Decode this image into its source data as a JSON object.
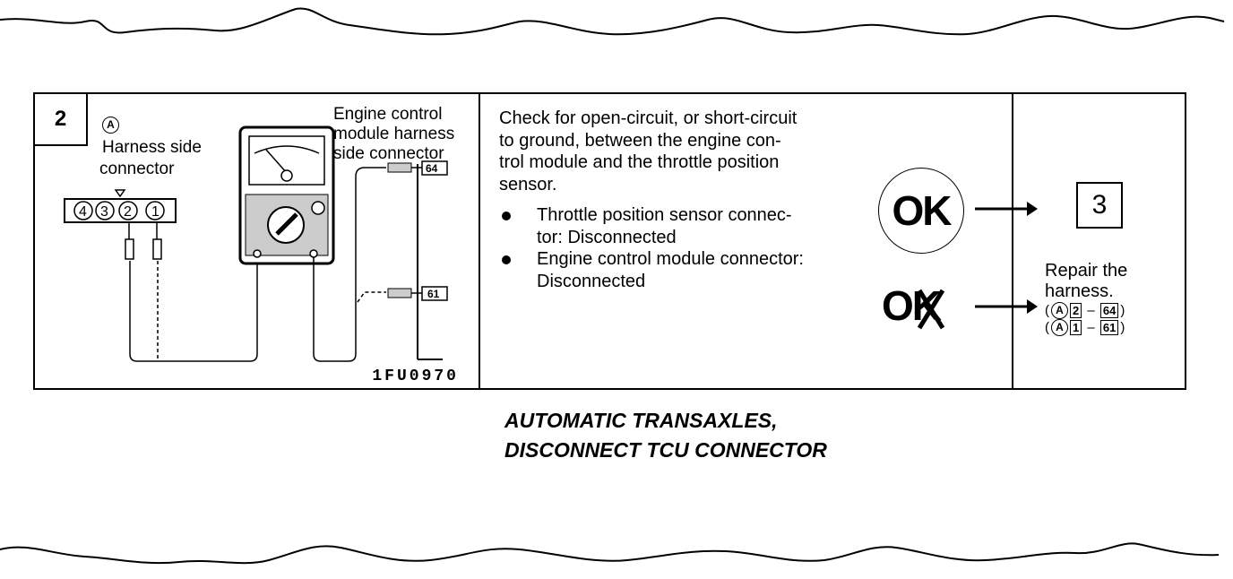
{
  "step": {
    "number": "2",
    "diagram": {
      "connector_mark": "A",
      "harness_label_line1": "Harness side",
      "harness_label_line2": "connector",
      "ecm_label_line1": "Engine control",
      "ecm_label_line2": "module harness",
      "ecm_label_line3": "side connector",
      "pins": [
        "4",
        "3",
        "2",
        "1"
      ],
      "terminal_64": "64",
      "terminal_61": "61",
      "figure_code": "1FU0970"
    },
    "check": {
      "instruction_lines": [
        "Check for open-circuit, or short-circuit",
        "to ground, between the engine con-",
        "trol module and the throttle position",
        "sensor."
      ],
      "conditions": [
        {
          "line1": "Throttle position sensor connec-",
          "line2": "tor: Disconnected"
        },
        {
          "line1": "Engine control module connector:",
          "line2": "Disconnected"
        }
      ]
    },
    "result": {
      "ok_label": "OK",
      "ng_label": "OK",
      "next_step": "3",
      "repair_line1": "Repair the",
      "repair_line2": "harness.",
      "refs": [
        {
          "connector": "A",
          "pin": "2",
          "terminal": "64"
        },
        {
          "connector": "A",
          "pin": "1",
          "terminal": "61"
        }
      ]
    }
  },
  "note": {
    "line1": "AUTOMATIC TRANSAXLES,",
    "line2": "DISCONNECT TCU CONNECTOR"
  }
}
